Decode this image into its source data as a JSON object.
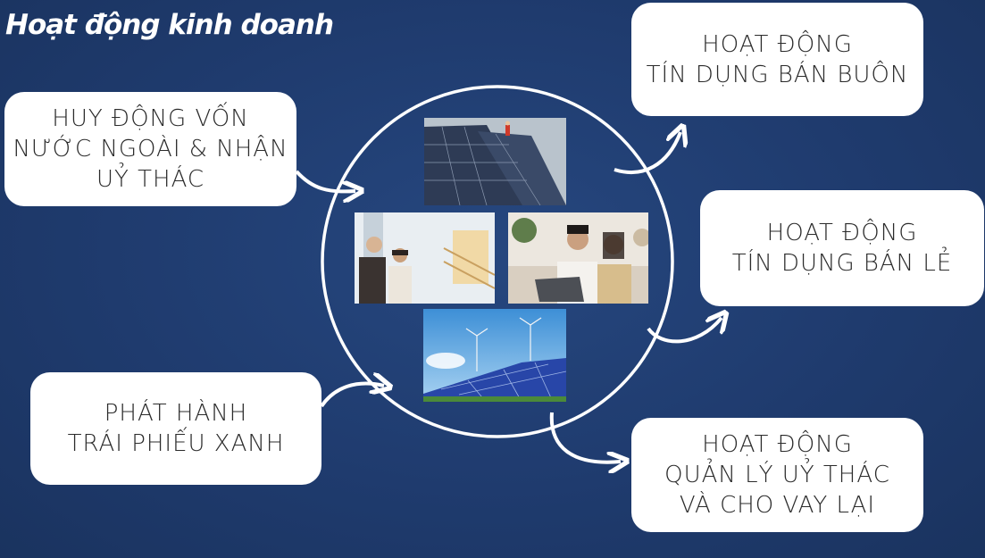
{
  "title": "Hoạt động kinh doanh",
  "inputs": {
    "huy_dong": {
      "lines": [
        "HUY ĐỘNG VỐN",
        "NƯỚC NGOÀI & NHẬN",
        "UỶ THÁC"
      ]
    },
    "phat_hanh": {
      "lines": [
        "PHÁT HÀNH",
        "TRÁI PHIẾU XANH"
      ]
    }
  },
  "outputs": {
    "si": {
      "lines": [
        "HOẠT ĐỘNG",
        "TÍN DỤNG BÁN BUÔN"
      ]
    },
    "le": {
      "lines": [
        "HOẠT ĐỘNG",
        "TÍN DỤNG BÁN LẺ"
      ]
    },
    "qly": {
      "lines": [
        "HOẠT ĐỘNG",
        "QUẢN LÝ UỶ THÁC",
        "VÀ CHO VAY LẠI"
      ]
    }
  },
  "colors": {
    "background": "#1f3b6e",
    "box": "#ffffff",
    "text": "#2b2b2b"
  },
  "photos": [
    "solar-rooftop-photo",
    "business-people-photo",
    "couple-laptop-photo",
    "solar-farm-photo"
  ]
}
